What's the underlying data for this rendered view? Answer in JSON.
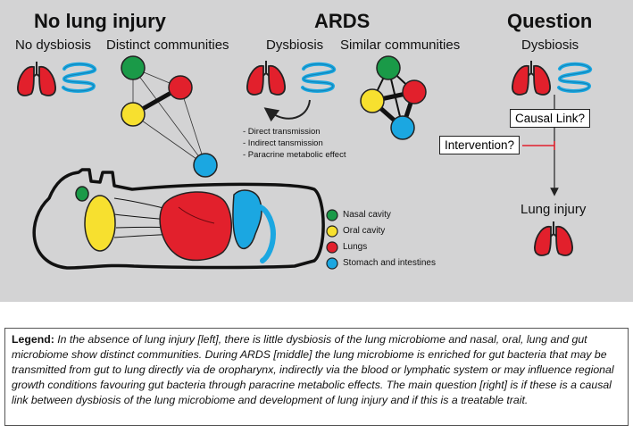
{
  "sections": {
    "left": {
      "title": "No lung injury",
      "sub1": "No dysbiosis",
      "sub2": "Distinct communities"
    },
    "middle": {
      "title": "ARDS",
      "sub1": "Dysbiosis",
      "sub2": "Similar communities",
      "mechanisms": [
        "- Direct transmission",
        "- Indirect tansmission",
        "- Paracrine metabolic effect"
      ]
    },
    "right": {
      "title": "Question",
      "sub1": "Dysbiosis",
      "causal_label": "Causal Link?",
      "intervention_label": "Intervention?",
      "outcome_label": "Lung injury"
    }
  },
  "body_legend": [
    {
      "label": "Nasal cavity",
      "color": "#1a9a48"
    },
    {
      "label": "Oral cavity",
      "color": "#f7e02f"
    },
    {
      "label": "Lungs",
      "color": "#e2202c"
    },
    {
      "label": "Stomach and intestines",
      "color": "#1ba7e1"
    }
  ],
  "colors": {
    "lung": "#e2202c",
    "gut": "#1ba7e1",
    "nasal": "#1a9a48",
    "oral": "#f7e02f",
    "panel": "#d3d3d4",
    "inhibit": "#e2202c"
  },
  "caption": {
    "label": "Legend:",
    "text": "In the absence of lung injury [left], there is little dysbiosis of the lung microbiome and  nasal, oral, lung and gut microbiome show distinct communities. During ARDS [middle] the lung microbiome is enriched for gut bacteria that may be transmitted from gut to lung directly via de oropharynx, indirectly via the blood or lymphatic system or may influence regional growth conditions favouring gut bacteria through paracrine metabolic effects. The main question [right] is if these is a causal link between dysbiosis of the lung microbiome and development of lung injury and if this is a treatable trait."
  }
}
